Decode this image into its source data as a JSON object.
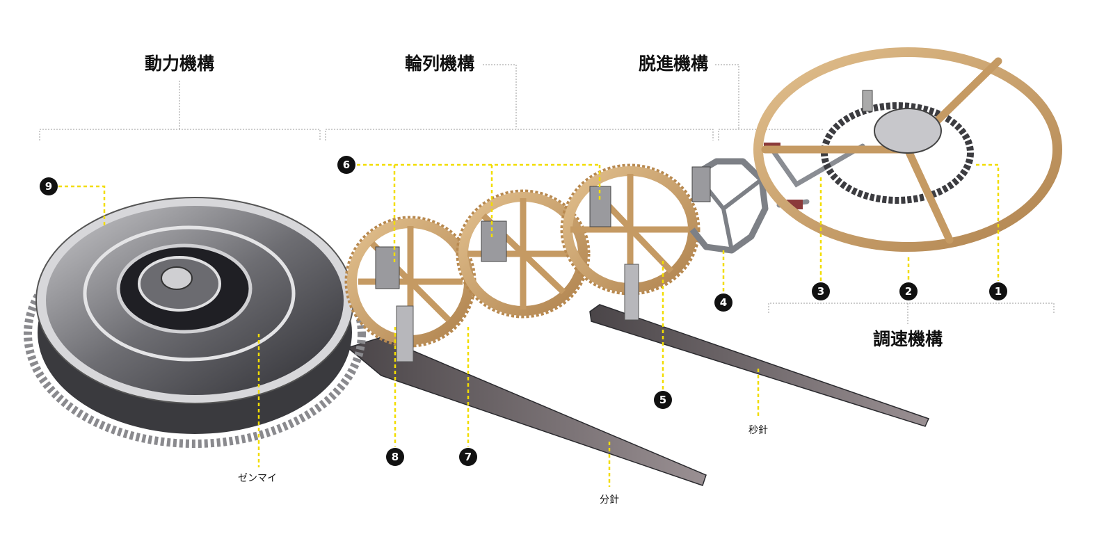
{
  "sections": {
    "power": "動力機構",
    "gear_train": "輪列機構",
    "escapement": "脱進機構",
    "regulator": "調速機構"
  },
  "parts": {
    "mainspring": "ゼンマイ",
    "minute_hand": "分針",
    "second_hand": "秒針"
  },
  "markers": {
    "m1": "1",
    "m2": "2",
    "m3": "3",
    "m4": "4",
    "m5": "5",
    "m6": "6",
    "m7": "7",
    "m8": "8",
    "m9": "9"
  },
  "colors": {
    "leader": "#f2dd00",
    "bracket": "#9a9a9a",
    "brass": "#c9a06a",
    "steel": "#5a5a5e",
    "marker": "#111111"
  }
}
